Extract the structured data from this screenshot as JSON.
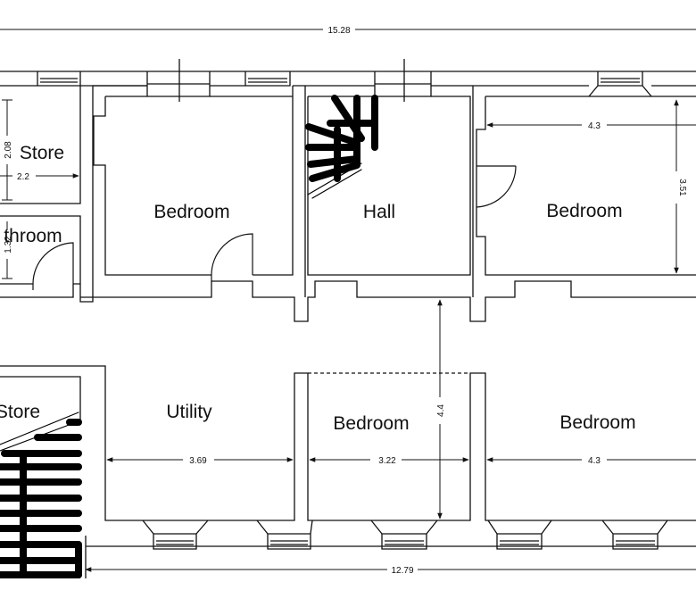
{
  "rooms": {
    "store_top": "Store",
    "bathroom": "throom",
    "bedroom_nw": "Bedroom",
    "hall": "Hall",
    "bedroom_ne": "Bedroom",
    "store_bottom": "Store",
    "utility": "Utility",
    "bedroom_s": "Bedroom",
    "bedroom_se": "Bedroom"
  },
  "dimensions": {
    "overall_top": "15.28",
    "overall_bottom": "12.79",
    "store_height": "2.08",
    "store_width": "2.2",
    "bathroom_height": "1.32",
    "bedroom_ne_width": "4.3",
    "bedroom_ne_height": "3.51",
    "utility_width": "3.69",
    "bedroom_s_width": "3.22",
    "bedroom_se_width": "4.3",
    "corridor_span": "4.4"
  }
}
